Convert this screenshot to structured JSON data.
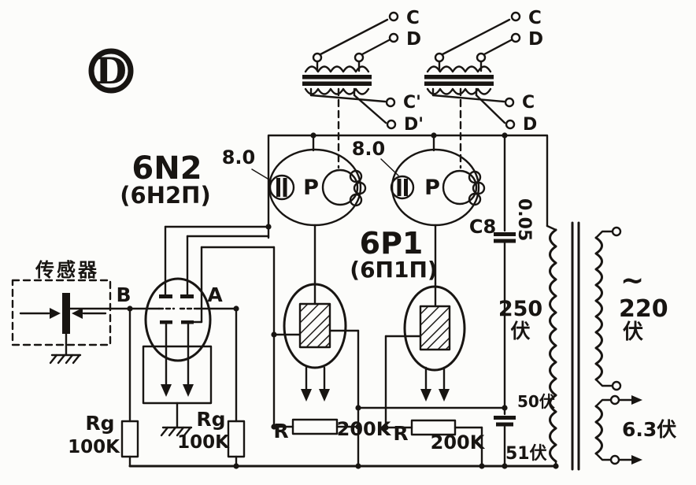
{
  "diagram": {
    "kind": "vacuum-tube amplifier schematic",
    "ink_color": "#181512",
    "bg_color": "#fcfcfa"
  },
  "logo": {
    "letter": "D"
  },
  "terminals": {
    "top_left": {
      "c": "C",
      "d": "D"
    },
    "top_right": {
      "c": "C",
      "d": "D"
    },
    "mid_left": {
      "c": "C'",
      "d": "D'"
    },
    "mid_right": {
      "c": "C",
      "d": "D"
    }
  },
  "tubes": {
    "preamp_name": "6N2",
    "preamp_alt": "(6Н2П)",
    "output_name": "6P1",
    "output_alt": "(6П1П)"
  },
  "windings": {
    "p1": "P",
    "p2": "P"
  },
  "capacitors": {
    "c1": "8.0",
    "c2": "8.0",
    "c8_name": "C8",
    "c8_value": "0.05",
    "c9_label_top": "50伏",
    "c9_label_bottom": "51伏"
  },
  "resistors": {
    "rg1_name": "Rg",
    "rg1_value": "100K",
    "rg2_name": "Rg",
    "rg2_value": "100K",
    "r1_name": "R",
    "r1_value": "200K",
    "r2_name": "R",
    "r2_value": "200K"
  },
  "nodes": {
    "b": "B",
    "a": "A"
  },
  "sensor": {
    "label": "传感器"
  },
  "power": {
    "v250": "250",
    "v250_unit": "伏",
    "ac_tilde": "~",
    "v220": "220",
    "v220_unit": "伏",
    "v63": "6.3伏"
  }
}
